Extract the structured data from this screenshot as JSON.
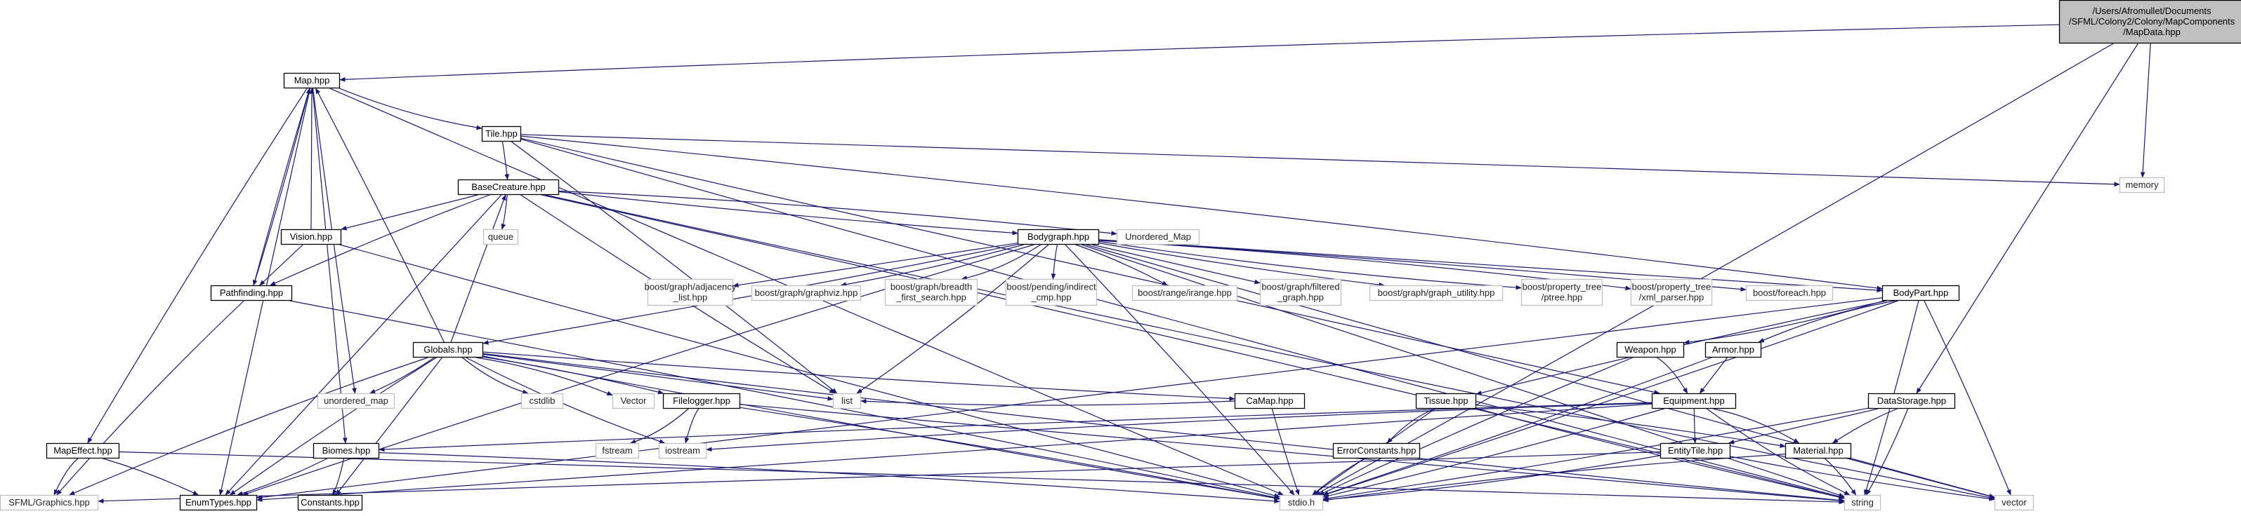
{
  "nodes": [
    {
      "id": "mapdata",
      "lines": [
        "/Users/Afromullet/Documents",
        "/SFML/Colony2/Colony/MapComponents",
        "/MapData.hpp"
      ],
      "kind": "root"
    },
    {
      "id": "map",
      "lines": [
        "Map.hpp"
      ],
      "kind": "header"
    },
    {
      "id": "tile",
      "lines": [
        "Tile.hpp"
      ],
      "kind": "header"
    },
    {
      "id": "memory",
      "lines": [
        "memory"
      ],
      "kind": "system"
    },
    {
      "id": "basecreature",
      "lines": [
        "BaseCreature.hpp"
      ],
      "kind": "header"
    },
    {
      "id": "queue",
      "lines": [
        "queue"
      ],
      "kind": "system"
    },
    {
      "id": "vision",
      "lines": [
        "Vision.hpp"
      ],
      "kind": "header"
    },
    {
      "id": "bodygraph",
      "lines": [
        "Bodygraph.hpp"
      ],
      "kind": "header"
    },
    {
      "id": "unorderedMapCap",
      "lines": [
        "Unordered_Map"
      ],
      "kind": "system"
    },
    {
      "id": "pathfinding",
      "lines": [
        "Pathfinding.hpp"
      ],
      "kind": "header"
    },
    {
      "id": "bg_adj",
      "lines": [
        "boost/graph/adjacency",
        "_list.hpp"
      ],
      "kind": "system"
    },
    {
      "id": "bg_viz",
      "lines": [
        "boost/graph/graphviz.hpp"
      ],
      "kind": "system"
    },
    {
      "id": "bg_bfs",
      "lines": [
        "boost/graph/breadth",
        "_first_search.hpp"
      ],
      "kind": "system"
    },
    {
      "id": "bp_icmp",
      "lines": [
        "boost/pending/indirect",
        "_cmp.hpp"
      ],
      "kind": "system"
    },
    {
      "id": "br_irange",
      "lines": [
        "boost/range/irange.hpp"
      ],
      "kind": "system"
    },
    {
      "id": "bg_filtered",
      "lines": [
        "boost/graph/filtered",
        "_graph.hpp"
      ],
      "kind": "system"
    },
    {
      "id": "bg_util",
      "lines": [
        "boost/graph/graph_utility.hpp"
      ],
      "kind": "system"
    },
    {
      "id": "bpt_ptree",
      "lines": [
        "boost/property_tree",
        "/ptree.hpp"
      ],
      "kind": "system"
    },
    {
      "id": "bpt_xml",
      "lines": [
        "boost/property_tree",
        "/xml_parser.hpp"
      ],
      "kind": "system"
    },
    {
      "id": "bforeach",
      "lines": [
        "boost/foreach.hpp"
      ],
      "kind": "system"
    },
    {
      "id": "bodypart",
      "lines": [
        "BodyPart.hpp"
      ],
      "kind": "header"
    },
    {
      "id": "globals",
      "lines": [
        "Globals.hpp"
      ],
      "kind": "header"
    },
    {
      "id": "weapon",
      "lines": [
        "Weapon.hpp"
      ],
      "kind": "header"
    },
    {
      "id": "armor",
      "lines": [
        "Armor.hpp"
      ],
      "kind": "header"
    },
    {
      "id": "unordered_map",
      "lines": [
        "unordered_map"
      ],
      "kind": "system"
    },
    {
      "id": "cstdlib",
      "lines": [
        "cstdlib"
      ],
      "kind": "system"
    },
    {
      "id": "vectorCap",
      "lines": [
        "Vector"
      ],
      "kind": "system"
    },
    {
      "id": "filelogger",
      "lines": [
        "Filelogger.hpp"
      ],
      "kind": "header"
    },
    {
      "id": "list",
      "lines": [
        "list"
      ],
      "kind": "system"
    },
    {
      "id": "camap",
      "lines": [
        "CaMap.hpp"
      ],
      "kind": "header"
    },
    {
      "id": "tissue",
      "lines": [
        "Tissue.hpp"
      ],
      "kind": "header"
    },
    {
      "id": "equipment",
      "lines": [
        "Equipment.hpp"
      ],
      "kind": "header"
    },
    {
      "id": "datastorage",
      "lines": [
        "DataStorage.hpp"
      ],
      "kind": "header"
    },
    {
      "id": "mapeffect",
      "lines": [
        "MapEffect.hpp"
      ],
      "kind": "header"
    },
    {
      "id": "biomes",
      "lines": [
        "Biomes.hpp"
      ],
      "kind": "header"
    },
    {
      "id": "fstream",
      "lines": [
        "fstream"
      ],
      "kind": "system"
    },
    {
      "id": "iostream",
      "lines": [
        "iostream"
      ],
      "kind": "system"
    },
    {
      "id": "errorconstants",
      "lines": [
        "ErrorConstants.hpp"
      ],
      "kind": "header"
    },
    {
      "id": "entitytile",
      "lines": [
        "EntityTile.hpp"
      ],
      "kind": "header"
    },
    {
      "id": "material",
      "lines": [
        "Material.hpp"
      ],
      "kind": "header"
    },
    {
      "id": "sfmlgraphics",
      "lines": [
        "SFML/Graphics.hpp"
      ],
      "kind": "system"
    },
    {
      "id": "enumtypes",
      "lines": [
        "EnumTypes.hpp"
      ],
      "kind": "header"
    },
    {
      "id": "constants",
      "lines": [
        "Constants.hpp"
      ],
      "kind": "header"
    },
    {
      "id": "stdio",
      "lines": [
        "stdio.h"
      ],
      "kind": "system"
    },
    {
      "id": "string",
      "lines": [
        "string"
      ],
      "kind": "system"
    },
    {
      "id": "vector",
      "lines": [
        "vector"
      ],
      "kind": "system"
    }
  ],
  "edges": [
    [
      "mapdata",
      "map"
    ],
    [
      "mapdata",
      "memory"
    ],
    [
      "mapdata",
      "datastorage"
    ],
    [
      "mapdata",
      "stdio"
    ],
    [
      "map",
      "tile"
    ],
    [
      "map",
      "mapeffect"
    ],
    [
      "map",
      "pathfinding"
    ],
    [
      "map",
      "enumtypes"
    ],
    [
      "map",
      "stdio"
    ],
    [
      "map",
      "unordered_map"
    ],
    [
      "map",
      "biomes"
    ],
    [
      "tile",
      "basecreature"
    ],
    [
      "tile",
      "memory"
    ],
    [
      "tile",
      "equipment"
    ],
    [
      "tile",
      "string"
    ],
    [
      "tile",
      "bodypart"
    ],
    [
      "tile",
      "list"
    ],
    [
      "basecreature",
      "vision"
    ],
    [
      "basecreature",
      "bodygraph"
    ],
    [
      "basecreature",
      "queue"
    ],
    [
      "basecreature",
      "unorderedMapCap"
    ],
    [
      "basecreature",
      "pathfinding"
    ],
    [
      "basecreature",
      "enumtypes"
    ],
    [
      "basecreature",
      "list"
    ],
    [
      "basecreature",
      "vector"
    ],
    [
      "basecreature",
      "string"
    ],
    [
      "vision",
      "map"
    ],
    [
      "vision",
      "pathfinding"
    ],
    [
      "vision",
      "stdio"
    ],
    [
      "pathfinding",
      "map"
    ],
    [
      "pathfinding",
      "sfmlgraphics"
    ],
    [
      "pathfinding",
      "stdio"
    ],
    [
      "bodygraph",
      "bg_adj"
    ],
    [
      "bodygraph",
      "bg_viz"
    ],
    [
      "bodygraph",
      "bg_bfs"
    ],
    [
      "bodygraph",
      "bp_icmp"
    ],
    [
      "bodygraph",
      "br_irange"
    ],
    [
      "bodygraph",
      "bg_filtered"
    ],
    [
      "bodygraph",
      "bg_util"
    ],
    [
      "bodygraph",
      "bpt_ptree"
    ],
    [
      "bodygraph",
      "bpt_xml"
    ],
    [
      "bodygraph",
      "bforeach"
    ],
    [
      "bodygraph",
      "bodypart"
    ],
    [
      "bodygraph",
      "globals"
    ],
    [
      "bodygraph",
      "list"
    ],
    [
      "bodygraph",
      "enumtypes"
    ],
    [
      "bodygraph",
      "stdio"
    ],
    [
      "bodygraph",
      "string"
    ],
    [
      "bodygraph",
      "vector"
    ],
    [
      "bodypart",
      "weapon"
    ],
    [
      "bodypart",
      "armor"
    ],
    [
      "bodypart",
      "tissue"
    ],
    [
      "bodypart",
      "enumtypes"
    ],
    [
      "bodypart",
      "stdio"
    ],
    [
      "bodypart",
      "string"
    ],
    [
      "bodypart",
      "vector"
    ],
    [
      "globals",
      "map"
    ],
    [
      "globals",
      "basecreature"
    ],
    [
      "globals",
      "unordered_map"
    ],
    [
      "globals",
      "cstdlib"
    ],
    [
      "globals",
      "vectorCap"
    ],
    [
      "globals",
      "filelogger"
    ],
    [
      "globals",
      "list"
    ],
    [
      "globals",
      "camap"
    ],
    [
      "globals",
      "iostream"
    ],
    [
      "globals",
      "sfmlgraphics"
    ],
    [
      "globals",
      "enumtypes"
    ],
    [
      "globals",
      "constants"
    ],
    [
      "globals",
      "stdio"
    ],
    [
      "globals",
      "string"
    ],
    [
      "weapon",
      "equipment"
    ],
    [
      "weapon",
      "stdio"
    ],
    [
      "armor",
      "equipment"
    ],
    [
      "armor",
      "stdio"
    ],
    [
      "filelogger",
      "fstream"
    ],
    [
      "filelogger",
      "iostream"
    ],
    [
      "filelogger",
      "stdio"
    ],
    [
      "filelogger",
      "string"
    ],
    [
      "camap",
      "stdio"
    ],
    [
      "camap",
      "list"
    ],
    [
      "tissue",
      "errorconstants"
    ],
    [
      "tissue",
      "material"
    ],
    [
      "tissue",
      "stdio"
    ],
    [
      "tissue",
      "string"
    ],
    [
      "equipment",
      "entitytile"
    ],
    [
      "equipment",
      "material"
    ],
    [
      "equipment",
      "biomes"
    ],
    [
      "equipment",
      "enumtypes"
    ],
    [
      "equipment",
      "stdio"
    ],
    [
      "equipment",
      "string"
    ],
    [
      "equipment",
      "iostream"
    ],
    [
      "datastorage",
      "material"
    ],
    [
      "datastorage",
      "entitytile"
    ],
    [
      "datastorage",
      "stdio"
    ],
    [
      "datastorage",
      "string"
    ],
    [
      "mapeffect",
      "sfmlgraphics"
    ],
    [
      "mapeffect",
      "enumtypes"
    ],
    [
      "mapeffect",
      "string"
    ],
    [
      "biomes",
      "enumtypes"
    ],
    [
      "biomes",
      "constants"
    ],
    [
      "biomes",
      "stdio"
    ],
    [
      "errorconstants",
      "stdio"
    ],
    [
      "entitytile",
      "sfmlgraphics"
    ],
    [
      "entitytile",
      "vector"
    ],
    [
      "entitytile",
      "stdio"
    ],
    [
      "material",
      "stdio"
    ],
    [
      "material",
      "string"
    ],
    [
      "material",
      "vector"
    ]
  ]
}
